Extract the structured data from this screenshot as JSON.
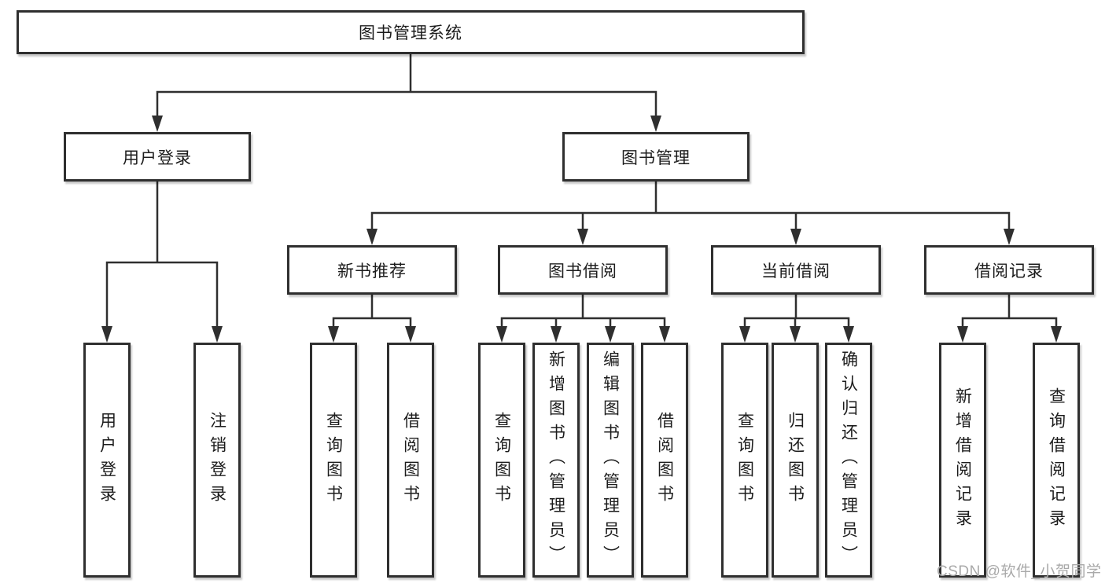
{
  "colors": {
    "line": "#2f2f2f",
    "box_border": "#2f2f2f",
    "text": "#1c1c1c",
    "watermark": "#a9a9a9",
    "page_bg": "#ffffff"
  },
  "watermark": {
    "text": "CSDN @软件_小贺同学"
  },
  "tree": {
    "root": {
      "label": "图书管理系统"
    },
    "login": {
      "label": "用户登录",
      "children": [
        {
          "label": "用户登录"
        },
        {
          "label": "注销登录"
        }
      ]
    },
    "management": {
      "label": "图书管理",
      "sections": [
        {
          "label": "新书推荐",
          "children": [
            {
              "label": "查询图书"
            },
            {
              "label": "借阅图书"
            }
          ]
        },
        {
          "label": "图书借阅",
          "children": [
            {
              "label": "查询图书"
            },
            {
              "label": "新增图书（管理员）"
            },
            {
              "label": "编辑图书（管理员）"
            },
            {
              "label": "借阅图书"
            }
          ]
        },
        {
          "label": "当前借阅",
          "children": [
            {
              "label": "查询图书"
            },
            {
              "label": "归还图书"
            },
            {
              "label": "确认归还（管理员）"
            }
          ]
        },
        {
          "label": "借阅记录",
          "children": [
            {
              "label": "新增借阅记录"
            },
            {
              "label": "查询借阅记录"
            }
          ]
        }
      ]
    }
  }
}
